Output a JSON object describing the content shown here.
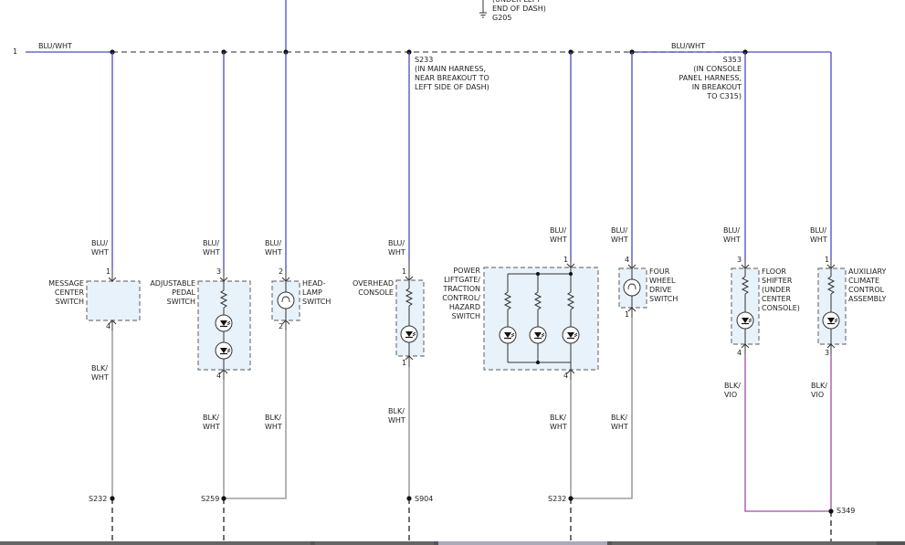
{
  "colors": {
    "blu_wht_wire": "#4a4ac8",
    "blk_wht_wire": "#8a8a8a",
    "blk_vio_wire": "#a04aa8",
    "bus_dash": "#555555",
    "component_fill": "#e8f2fb",
    "component_border": "#777777"
  },
  "top": {
    "bus_number": "1",
    "bus_wire": "BLU/WHT",
    "bus_wire_right": "BLU/WHT",
    "ground_note": "(UNDER LEFT\nEND OF DASH)",
    "ground_id": "G205"
  },
  "splices": {
    "s233": "S233\n(IN MAIN HARNESS,\nNEAR BREAKOUT TO\nLEFT SIDE OF DASH)",
    "s353": "S353\n(IN CONSOLE\nPANEL HARNESS,\nIN BREAKOUT\nTO C315)"
  },
  "wire_labels": {
    "blu_wht": "BLU/\nWHT",
    "blk_wht": "BLK/\nWHT",
    "blk_vio": "BLK/\nVIO"
  },
  "components": {
    "message_center": "MESSAGE\nCENTER\nSWITCH",
    "adjustable_pedal": "ADJUSTABLE\nPEDAL\nSWITCH",
    "headlamp": "HEAD-\nLAMP\nSWITCH",
    "overhead_console": "OVERHEAD\nCONSOLE",
    "power_liftgate": "POWER\nLIFTGATE/\nTRACTION\nCONTROL/\nHAZARD\nSWITCH",
    "four_wheel_drive": "FOUR\nWHEEL\nDRIVE\nSWITCH",
    "floor_shifter": "FLOOR\nSHIFTER\n(UNDER\nCENTER\nCONSOLE)",
    "aux_climate": "AUXILIARY\nCLIMATE\nCONTROL\nASSEMBLY"
  },
  "pins": {
    "message_center": [
      "1",
      "4"
    ],
    "adjustable_pedal": [
      "3",
      "4"
    ],
    "headlamp": [
      "2",
      "2"
    ],
    "overhead_console": [
      "1",
      "1"
    ],
    "power_liftgate": [
      "1",
      "4"
    ],
    "four_wheel_drive": [
      "4",
      "1"
    ],
    "floor_shifter": [
      "3",
      "4"
    ],
    "aux_climate": [
      "1",
      "3"
    ]
  },
  "bottom_splices": {
    "s232_left": "S232",
    "s259": "S259",
    "s904": "S904",
    "s232_right": "S232",
    "s349": "S349"
  }
}
